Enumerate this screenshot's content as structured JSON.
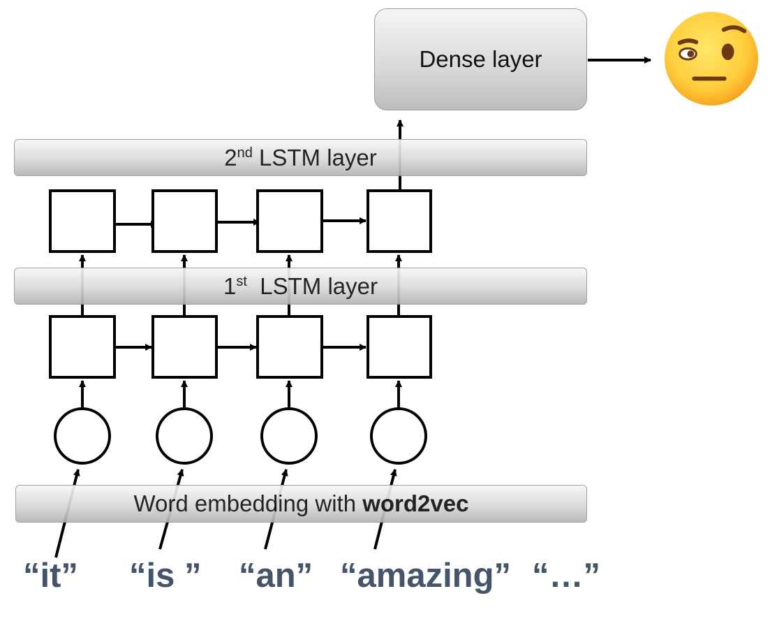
{
  "dense_layer": {
    "label": "Dense layer"
  },
  "lstm2": {
    "ordinal": "2",
    "suffix": "nd",
    "label": "LSTM layer"
  },
  "lstm1": {
    "ordinal": "1",
    "suffix": "st",
    "label": "LSTM layer"
  },
  "embedding": {
    "label": "Word embedding with ",
    "bold": "word2vec"
  },
  "words": [
    "“it”",
    "“is ”",
    "“an”",
    "“amazing”",
    "“…”"
  ],
  "output": {
    "emoji": "face-with-raised-eyebrow-icon"
  },
  "colors": {
    "word_text": "#44546a",
    "emoji_yellow": "#ffc83d"
  }
}
